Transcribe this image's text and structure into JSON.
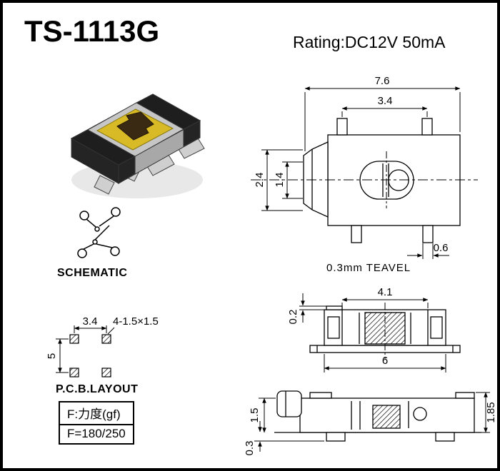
{
  "header": {
    "title": "TS-1113G",
    "rating": "Rating:DC12V 50mA"
  },
  "photo": {
    "tape_color": "#d7ba25",
    "button_color": "#3a2a14"
  },
  "schematic": {
    "label": "SCHEMATIC"
  },
  "pcb_layout": {
    "label": "P.C.B.LAYOUT",
    "dims": {
      "pitch_x": "3.4",
      "pitch_y": "5",
      "pad_spec": "4-1.5×1.5"
    }
  },
  "force_box": {
    "line1": "F:力度(gf)",
    "line2": "F=180/250"
  },
  "front_view": {
    "dims": {
      "total_width": "7.6",
      "tab_pitch": "3.4",
      "body_height": "2.4",
      "inner_height": "1.4",
      "pin_width": "0.6"
    },
    "travel_note": "0.3mm TEAVEL"
  },
  "top_view": {
    "dims": {
      "cover_width": "4.1",
      "step": "0.2",
      "base_width": "6"
    }
  },
  "side_view": {
    "dims": {
      "body_height": "1.5",
      "total_height": "1.85",
      "pin_thickness": "0.3"
    }
  }
}
